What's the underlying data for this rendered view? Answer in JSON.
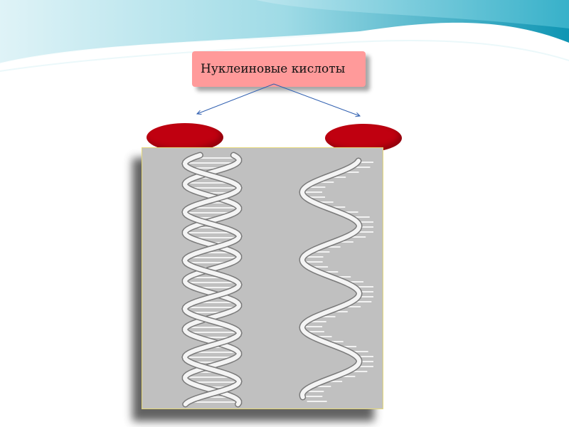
{
  "slide": {
    "title": "Нуклеиновые кислоты"
  },
  "colors": {
    "title_box": "#ff9a9a",
    "ellipse": "#c00010",
    "panel": "#c0c0c0",
    "wave_dark": "#1a9fb8",
    "wave_light": "#7fd0e0",
    "connector": "#2f5fb0"
  },
  "diagram": {
    "nodes": [
      "double-strand-helix",
      "single-strand-helix"
    ]
  }
}
